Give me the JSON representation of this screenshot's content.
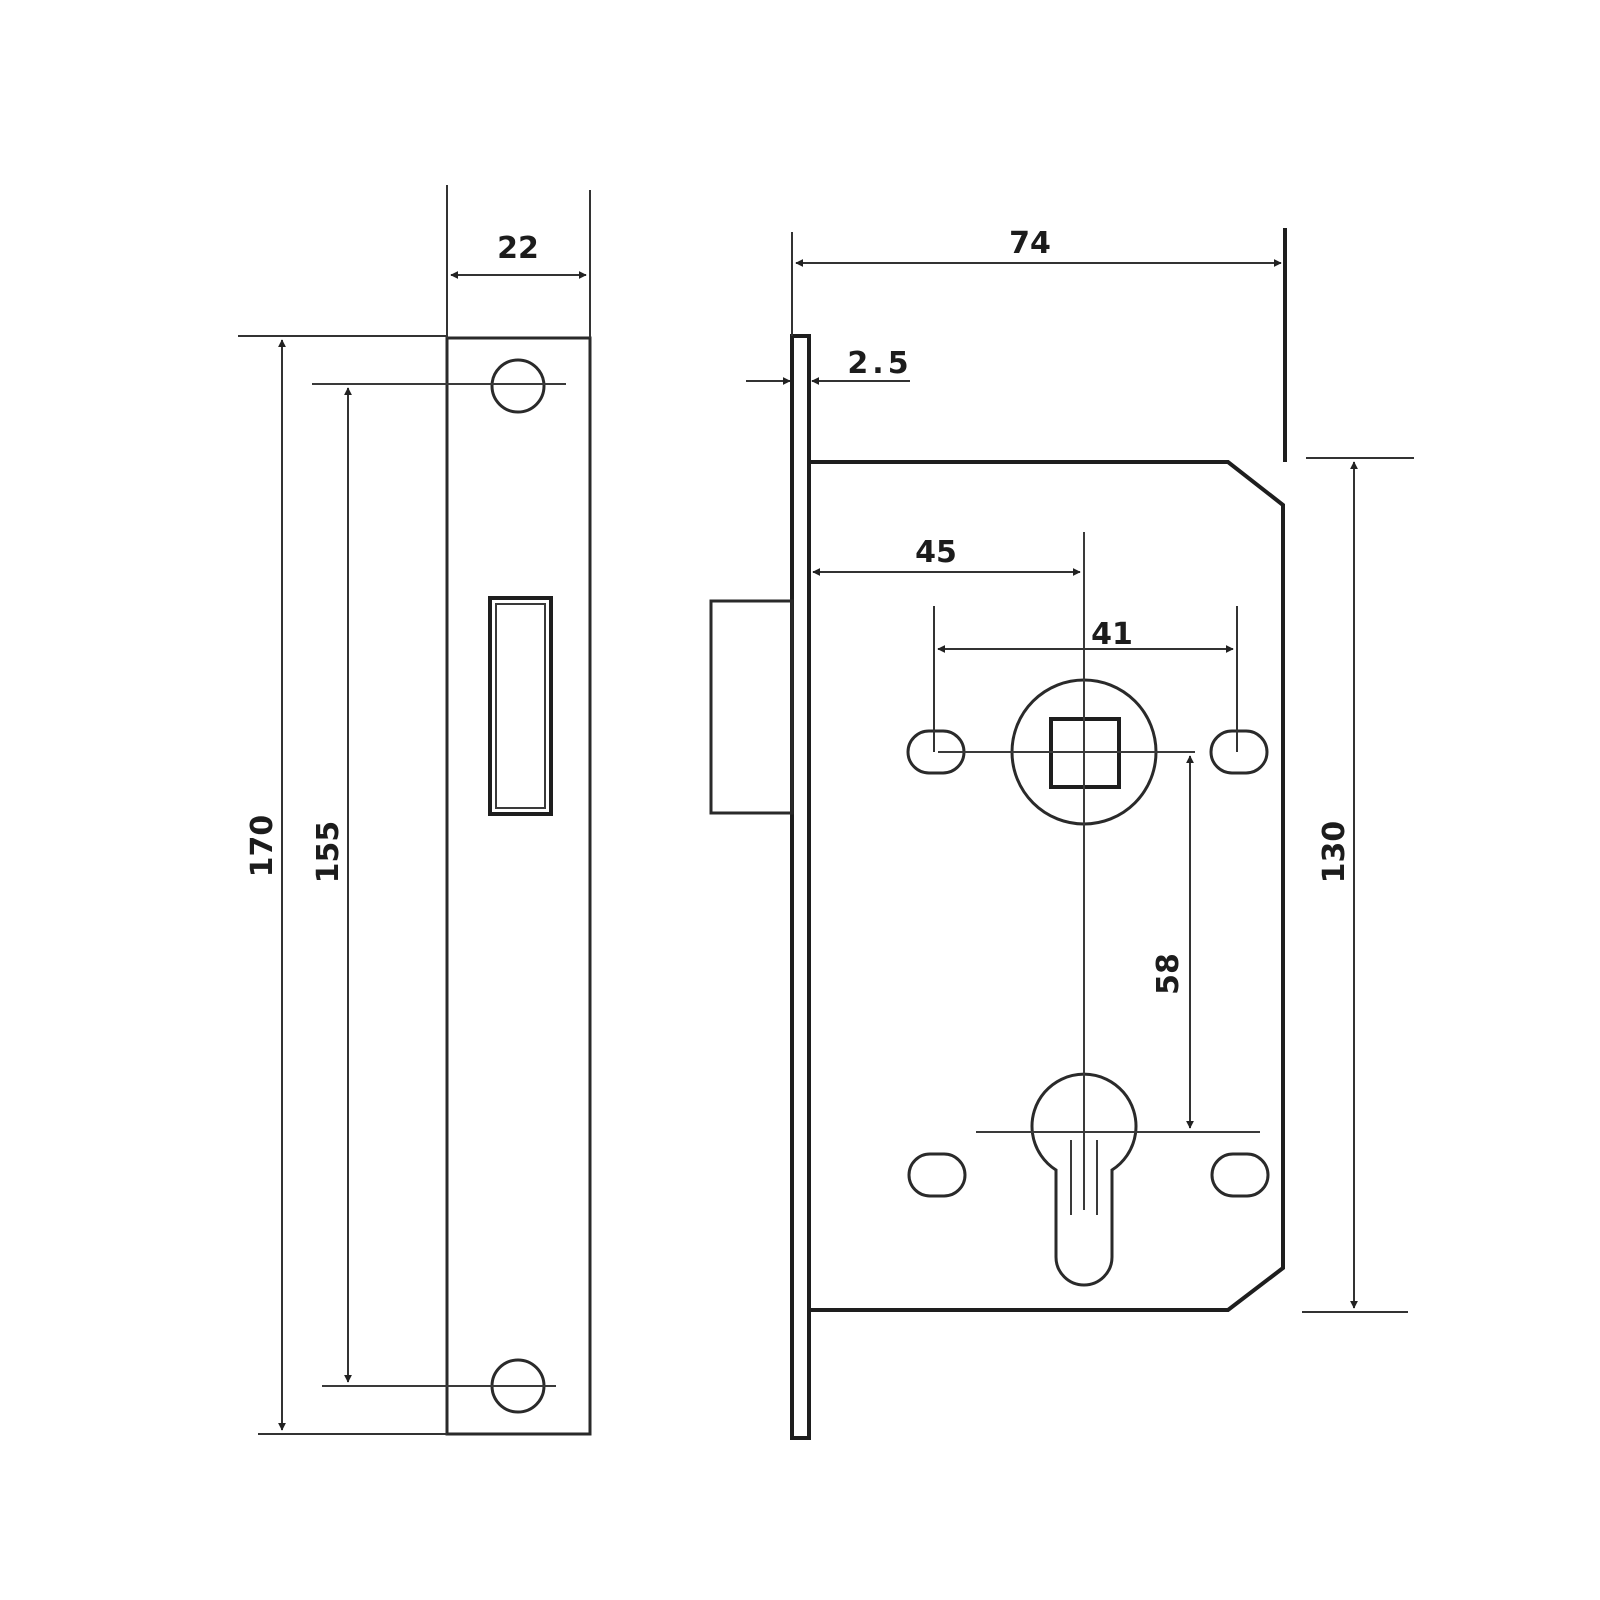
{
  "dimensions": {
    "faceplate_width": "22",
    "faceplate_height": "170",
    "screw_spacing": "155",
    "case_depth": "74",
    "plate_thickness": "2.5",
    "backset": "45",
    "hole_spacing": "41",
    "center_distance": "58",
    "case_height": "130"
  },
  "colors": {
    "line": "#2a2a2a",
    "background": "#ffffff"
  }
}
